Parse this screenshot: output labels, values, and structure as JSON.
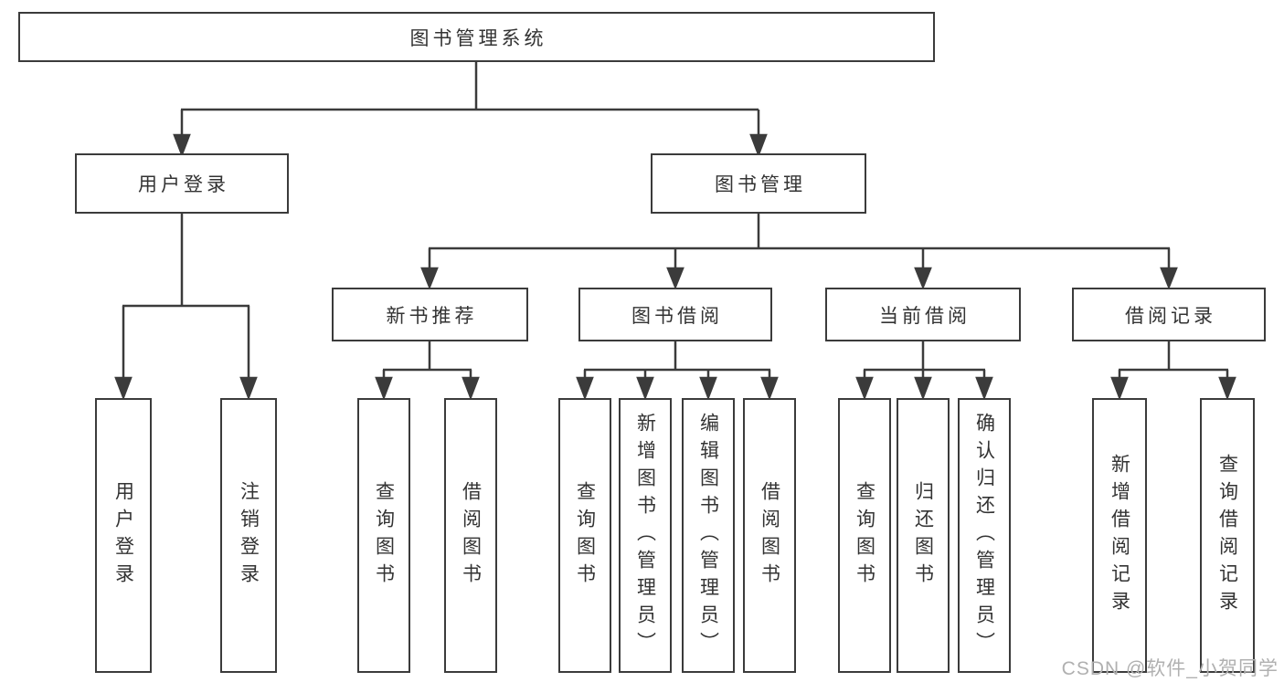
{
  "diagram": {
    "root": {
      "label": "图书管理系统"
    },
    "level2": [
      {
        "label": "用户登录"
      },
      {
        "label": "图书管理"
      }
    ],
    "level3": [
      {
        "label": "新书推荐"
      },
      {
        "label": "图书借阅"
      },
      {
        "label": "当前借阅"
      },
      {
        "label": "借阅记录"
      }
    ],
    "leaves": [
      {
        "label": "用户登录"
      },
      {
        "label": "注销登录"
      },
      {
        "label": "查询图书"
      },
      {
        "label": "借阅图书"
      },
      {
        "label": "查询图书"
      },
      {
        "label": "新增图书（管理员）"
      },
      {
        "label": "编辑图书（管理员）"
      },
      {
        "label": "借阅图书"
      },
      {
        "label": "查询图书"
      },
      {
        "label": "归还图书"
      },
      {
        "label": "确认归还（管理员）"
      },
      {
        "label": "新增借阅记录"
      },
      {
        "label": "查询借阅记录"
      }
    ],
    "watermark": "CSDN @软件_小贺同学",
    "colors": {
      "line": "#3b3b3b",
      "text": "#333333",
      "watermark": "#b0b0b0",
      "box_background": "#ffffff"
    }
  }
}
